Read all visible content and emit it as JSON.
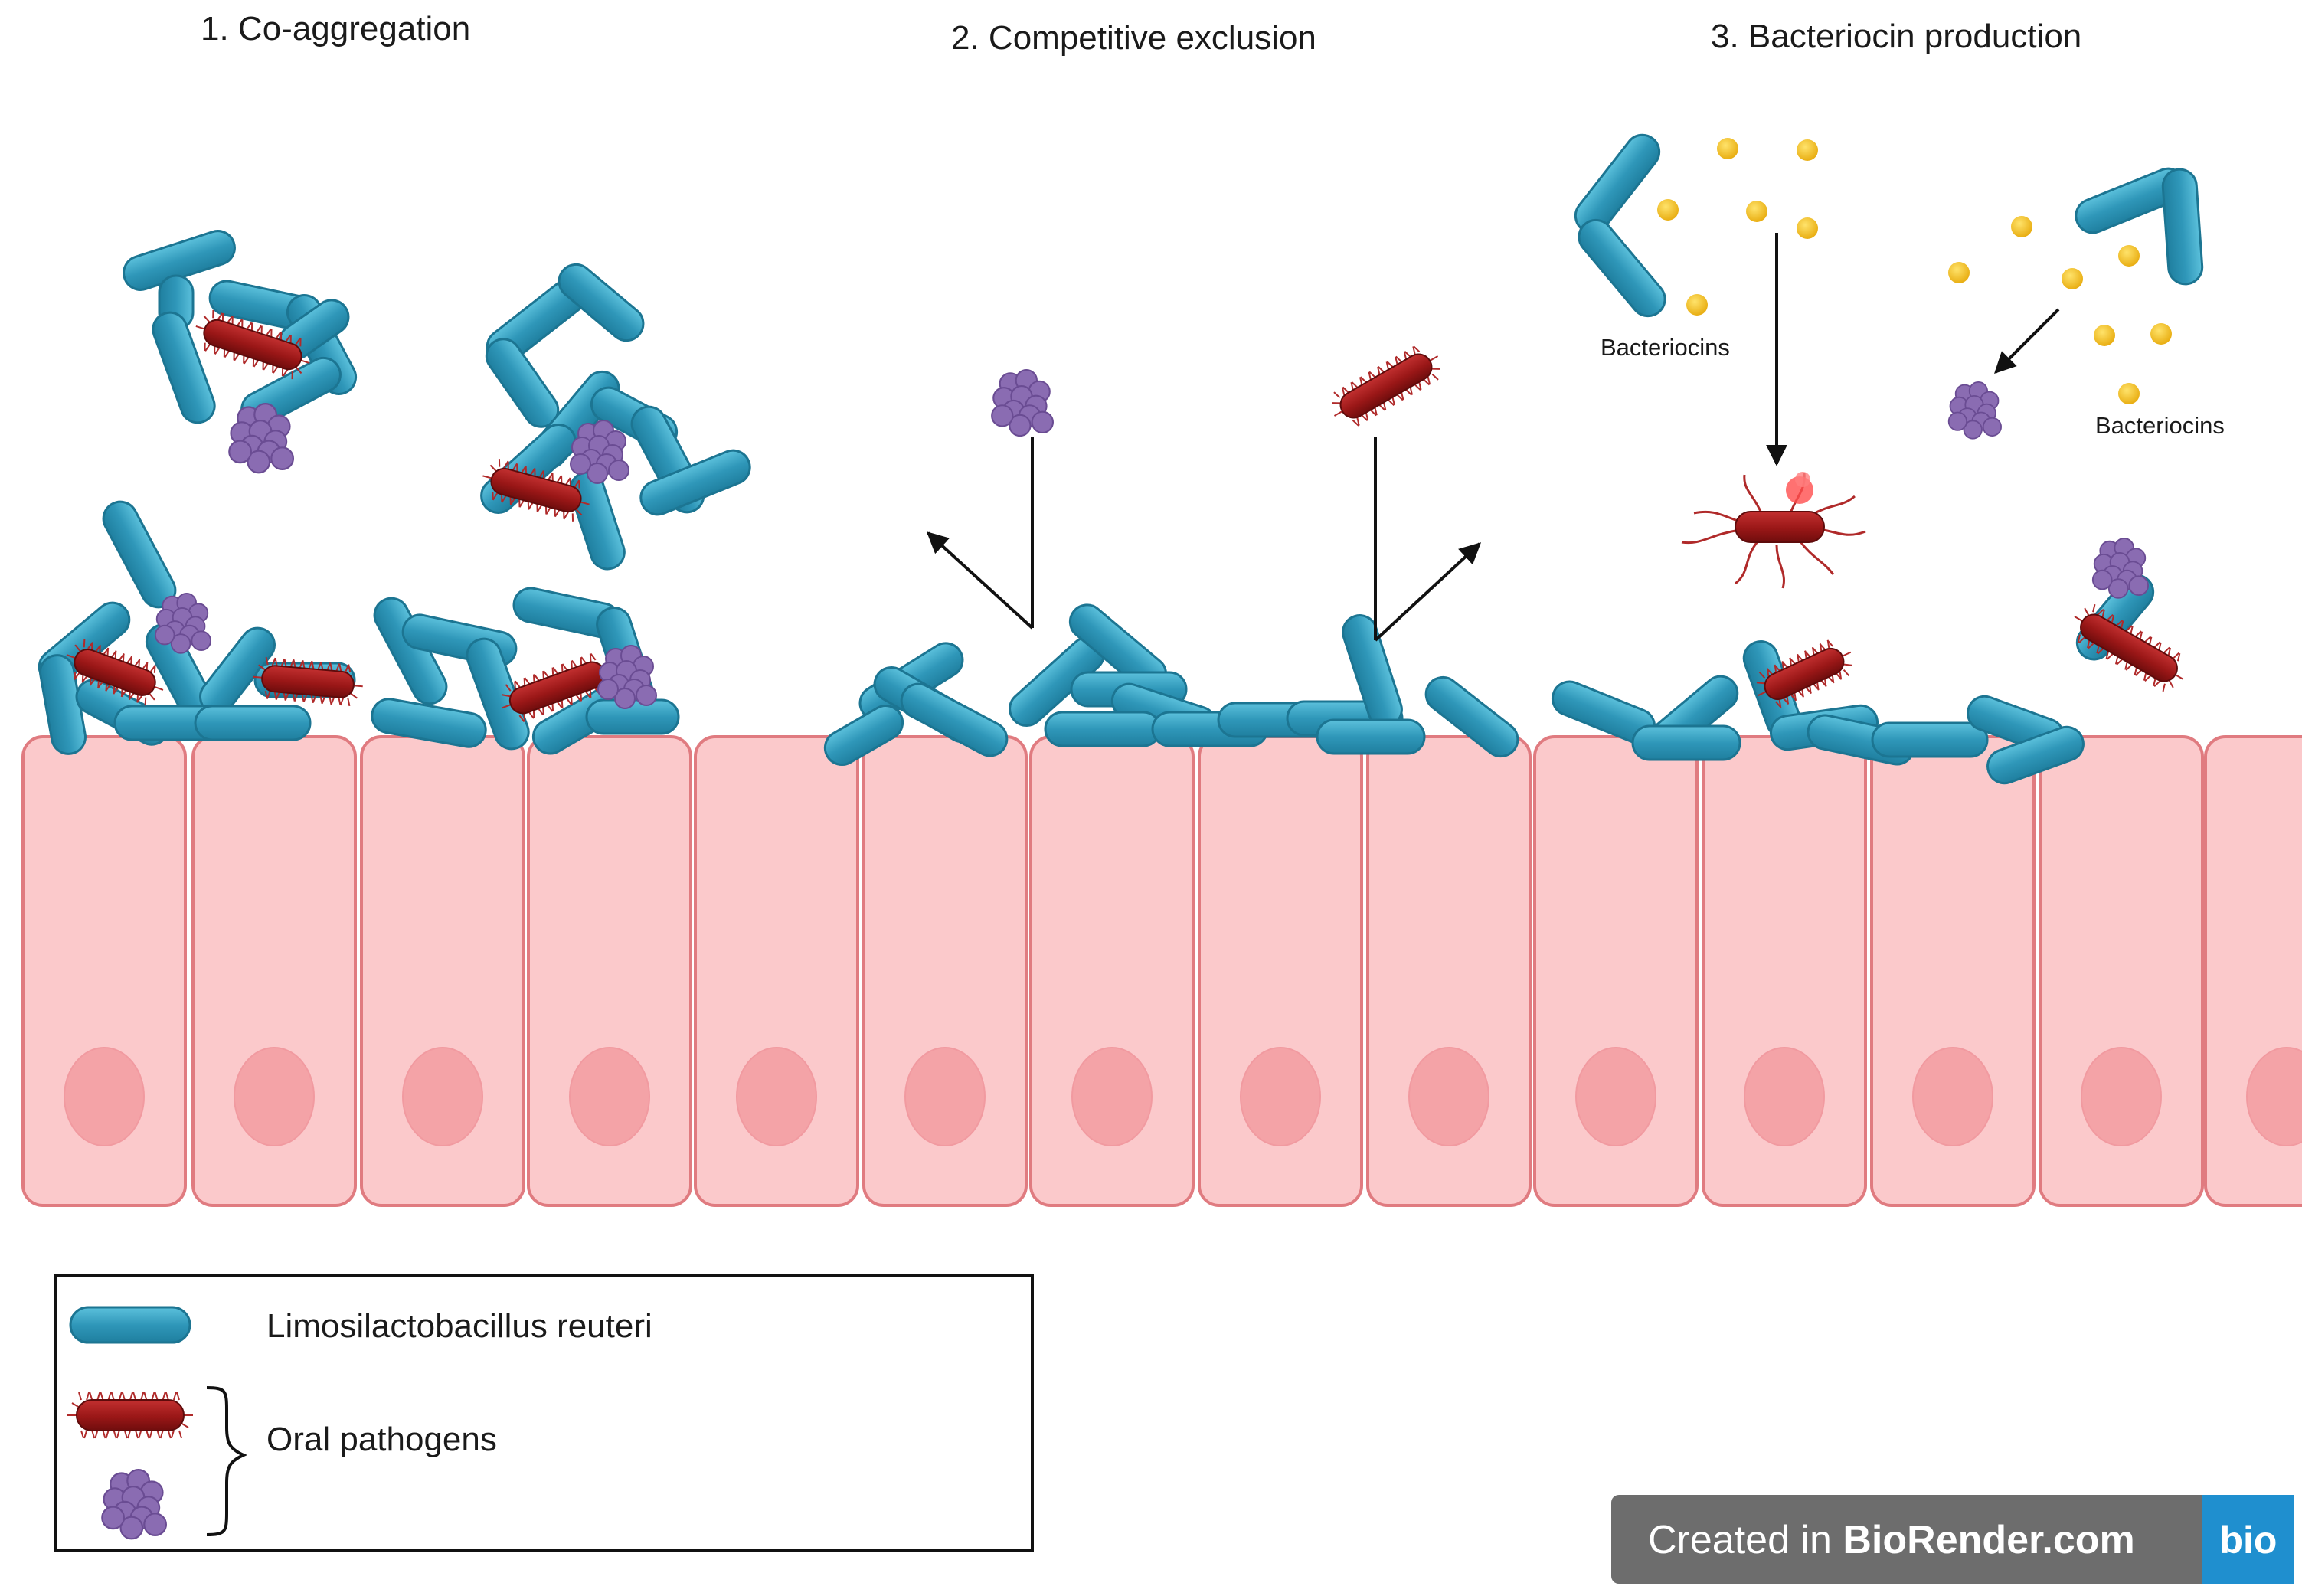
{
  "sections": [
    {
      "title": "1.  Co-aggregation"
    },
    {
      "title": "2. Competitive exclusion"
    },
    {
      "title": "3. Bacteriocin production"
    }
  ],
  "bacteriocin_labels": [
    "Bacteriocins",
    "Bacteriocins"
  ],
  "legend": {
    "reuteri_label": "Limosilactobacillus reuteri",
    "pathogens_label": "Oral pathogens"
  },
  "badge": {
    "prefix": "Created in ",
    "brand": "BioRender.com",
    "logo": "bio"
  },
  "colors": {
    "reuteri": "#3aa3c4",
    "pathogen_rod": "#a81c1c",
    "pathogen_cluster": "#8a6cb2",
    "bacteriocin": "#f5c518",
    "epithelium": "#fbc9cb",
    "nucleus": "#f4a3a7"
  }
}
